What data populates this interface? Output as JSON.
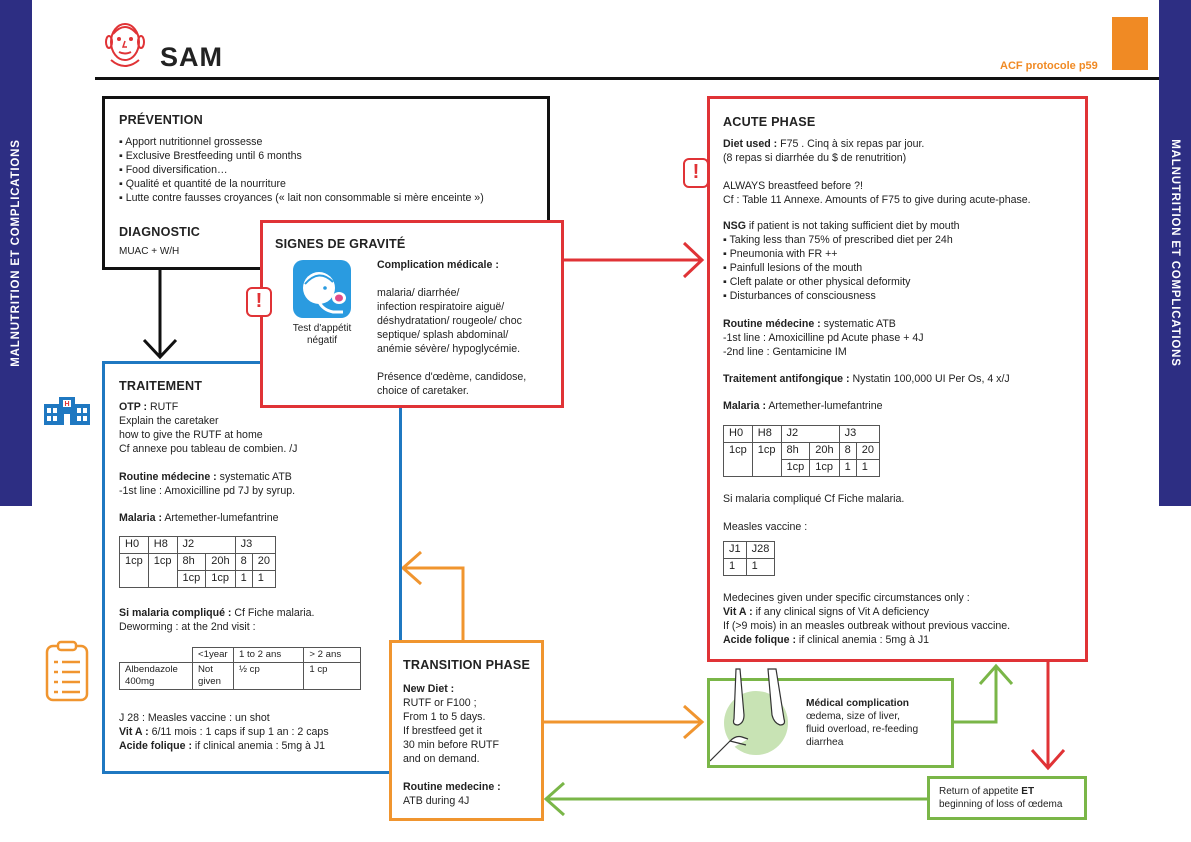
{
  "header": {
    "title": "SAM",
    "reference": "ACF protocole p59",
    "accent_color": "#f08a24"
  },
  "side_label": "MALNUTRITION ET COMPLICATIONS",
  "colors": {
    "black": "#111111",
    "red": "#e03336",
    "blue": "#1f78c1",
    "orange": "#f0952f",
    "green": "#7ab648",
    "navy": "#2d2e83"
  },
  "icons": [
    "face-icon",
    "hospital-icon",
    "clipboard-icon",
    "baby-icon",
    "warning-icon",
    "feet-examination-icon"
  ],
  "prevention": {
    "title": "PRÉVENTION",
    "items": [
      "Apport nutritionnel grossesse",
      "Exclusive Brestfeeding until 6 months",
      "Food diversification…",
      "Qualité et quantité de la nourriture",
      "Lutte contre fausses croyances (« lait non consommable si mère enceinte »)"
    ],
    "diagnostic_title": "DIAGNOSTIC",
    "diagnostic_text": "MUAC + W/H"
  },
  "gravity": {
    "title": "SIGNES DE GRAVITÉ",
    "icon_caption_1": "Test d'appétit",
    "icon_caption_2": "négatif",
    "complication_label": "Complication médicale :",
    "complication_lines": [
      "malaria/ diarrhée/",
      "infection respiratoire aiguë/",
      "déshydratation/ rougeole/ choc",
      "septique/ splash abdominal/",
      "anémie sévère/ hypoglycémie."
    ],
    "presence_lines": [
      "Présence d'œdème, candidose,",
      "choice of caretaker."
    ]
  },
  "treatment": {
    "title": "TRAITEMENT",
    "otp_label": "OTP :",
    "otp_value": " RUTF",
    "otp_lines": [
      "Explain the caretaker",
      "how to give the RUTF at home",
      "Cf annexe pou tableau de combien. /J"
    ],
    "routine_label": "Routine médecine :",
    "routine_value": " systematic ATB",
    "routine_line": "-1st line : Amoxicilline pd 7J by syrup.",
    "malaria_label": "Malaria :",
    "malaria_value": " Artemether-lumefantrine",
    "malaria_table": [
      [
        "H0",
        "H8",
        "J2",
        "",
        "J3",
        ""
      ],
      [
        "1cp",
        "1cp",
        "8h",
        "20h",
        "8",
        "20"
      ],
      [
        "",
        "",
        "1cp",
        "1cp",
        "1",
        "1"
      ]
    ],
    "complicated_label": "Si malaria compliqué :",
    "complicated_value": " Cf Fiche malaria.",
    "deworming": "Deworming :  at the 2nd visit :",
    "albendazole_table": [
      [
        "",
        "<1year",
        "1 to 2 ans",
        "> 2 ans"
      ],
      [
        "Albendazole 400mg",
        "Not given",
        "½ cp",
        "1 cp"
      ]
    ],
    "measles_line": "J 28 : Measles vaccine : un shot",
    "vita_label": "Vit A :",
    "vita_value": " 6/11 mois : 1 caps if sup 1 an : 2 caps",
    "folic_label": "Acide folique :",
    "folic_value": " if clinical anemia : 5mg à J1"
  },
  "transition": {
    "title": "TRANSITION PHASE",
    "diet_label": "New Diet :",
    "diet_lines": [
      "RUTF or F100 ;",
      "From 1 to 5 days.",
      "If brestfeed get it",
      "30 min before RUTF",
      "and on demand."
    ],
    "routine_label": "Routine medecine :",
    "routine_value": "ATB during 4J"
  },
  "acute": {
    "title": "ACUTE PHASE",
    "diet_label": "Diet used :",
    "diet_value": " F75 . Cinq à six repas par jour.",
    "diet_line2": "(8 repas si diarrhée du $ de renutrition)",
    "breastfeed_line": "ALWAYS breastfeed before ?!",
    "cf_line": "Cf : Table 11 Annexe. Amounts of F75 to give during acute-phase.",
    "nsg_label": "NSG",
    "nsg_value": " if patient is not taking sufficient diet by mouth",
    "nsg_items": [
      "Taking less than 75% of prescribed diet per 24h",
      "Pneumonia with FR ++",
      "Painfull lesions of the mouth",
      "Cleft palate or other physical deformity",
      "Disturbances of consciousness"
    ],
    "routine_label": "Routine médecine :",
    "routine_value": " systematic ATB",
    "routine_lines": [
      "-1st line : Amoxicilline pd Acute phase + 4J",
      "-2nd line : Gentamicine IM"
    ],
    "antifungal_label": "Traitement antifongique :",
    "antifungal_value": " Nystatin 100,000 UI Per Os, 4 x/J",
    "malaria_label": "Malaria :",
    "malaria_value": " Artemether-lumefantrine",
    "malaria_table": [
      [
        "H0",
        "H8",
        "J2",
        "",
        "J3",
        ""
      ],
      [
        "1cp",
        "1cp",
        "8h",
        "20h",
        "8",
        "20"
      ],
      [
        "",
        "",
        "1cp",
        "1cp",
        "1",
        "1"
      ]
    ],
    "complicated_line": "Si malaria compliqué Cf Fiche malaria.",
    "measles_label": "Measles vaccine :",
    "measles_table": [
      [
        "J1",
        "J28"
      ],
      [
        "1",
        "1"
      ]
    ],
    "circumstances_line": "Medecines given under specific circumstances only :",
    "vita_label": "Vit A :",
    "vita_value": " if any clinical signs of Vit A deficiency",
    "vita_line2": "If (>9 mois) in an measles outbreak without previous vaccine.",
    "folic_label": "Acide folique :",
    "folic_value": " if clinical anemia : 5mg à J1"
  },
  "complication": {
    "title": "Médical complication",
    "lines": [
      "œdema, size of liver,",
      "fluid overload, re-feeding",
      "diarrhea"
    ]
  },
  "return": {
    "text_1": "Return of appetite",
    "text_bold": "ET",
    "text_2": "beginning of loss of œdema"
  }
}
